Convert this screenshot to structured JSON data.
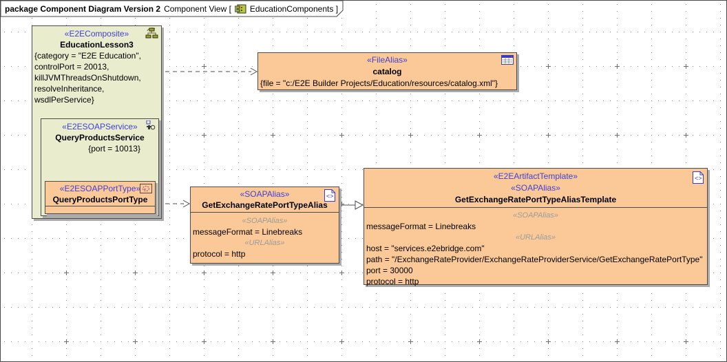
{
  "header": {
    "title_bold": "package Component Diagram Version 2",
    "view_label": "Component View [",
    "diagram_name": "EducationComponents",
    "bracket_close": "]",
    "icon": "component-icon"
  },
  "nodes": {
    "education_lesson": {
      "stereotype": "«E2EComposite»",
      "name": "EducationLesson3",
      "props": [
        "{category = \"E2E Education\",",
        "controlPort = 20013,",
        "killJVMThreadsOnShutdown,",
        "resolveInheritance,",
        "wsdlPerService}"
      ],
      "icon": "composite-structure-icon",
      "fill": "#eaecce"
    },
    "query_products_service": {
      "stereotype": "«E2ESOAPService»",
      "name": "QueryProductsService",
      "props": [
        "{port = 10013}"
      ],
      "icon": "service-icon",
      "fill": "#eaecce"
    },
    "query_products_port_type": {
      "stereotype": "«E2ESOAPPortType»",
      "name": "QueryProductsPortType",
      "icon": "port-type-icon",
      "fill": "#fbc997"
    },
    "catalog": {
      "stereotype": "«FileAlias»",
      "name": "catalog",
      "props": [
        "{file = \"c:/E2E Builder Projects/Education/resources/catalog.xml\"}"
      ],
      "icon": "file-alias-icon",
      "fill": "#fbc997"
    },
    "exchange_alias": {
      "stereotype": "«SOAPAlias»",
      "name": "GetExchangeRatePortTypeAlias",
      "sections": [
        {
          "heading": "«SOAPAlias»",
          "lines": [
            "messageFormat = Linebreaks"
          ]
        },
        {
          "heading": "«URLAlias»",
          "lines": [
            "protocol = http"
          ]
        }
      ],
      "icon": "code-file-icon",
      "fill": "#fbc997"
    },
    "exchange_alias_template": {
      "stereotypes": [
        "«E2EArtifactTemplate»",
        "«SOAPAlias»"
      ],
      "name": "GetExchangeRatePortTypeAliasTemplate",
      "sections": [
        {
          "heading": "«SOAPAlias»",
          "lines": [
            "messageFormat = Linebreaks"
          ]
        },
        {
          "heading": "«URLAlias»",
          "lines": [
            "host = \"services.e2ebridge.com\"",
            "path = \"/ExchangeRateProvider/ExchangeRateProviderService/GetExchangeRatePortType\"",
            "port = 30000",
            "protocol = http"
          ]
        }
      ],
      "icon": "code-file-icon",
      "fill": "#fbc997"
    }
  },
  "edges": [
    {
      "from": "EducationLesson3",
      "to": "catalog",
      "type": "dependency-dashed"
    },
    {
      "from": "QueryProductsPortType",
      "to": "GetExchangeRatePortTypeAlias",
      "type": "dependency-dashed"
    },
    {
      "from": "GetExchangeRatePortTypeAlias",
      "to": "GetExchangeRatePortTypeAliasTemplate",
      "type": "generalization-solid"
    }
  ],
  "colors": {
    "node_green": "#eaecce",
    "node_orange": "#fbc997",
    "stereotype_blue": "#4040d8",
    "section_gray": "#9b9b9b",
    "border": "#4c4c4c",
    "shadow": "#ababab",
    "grid_dot": "#848484"
  }
}
